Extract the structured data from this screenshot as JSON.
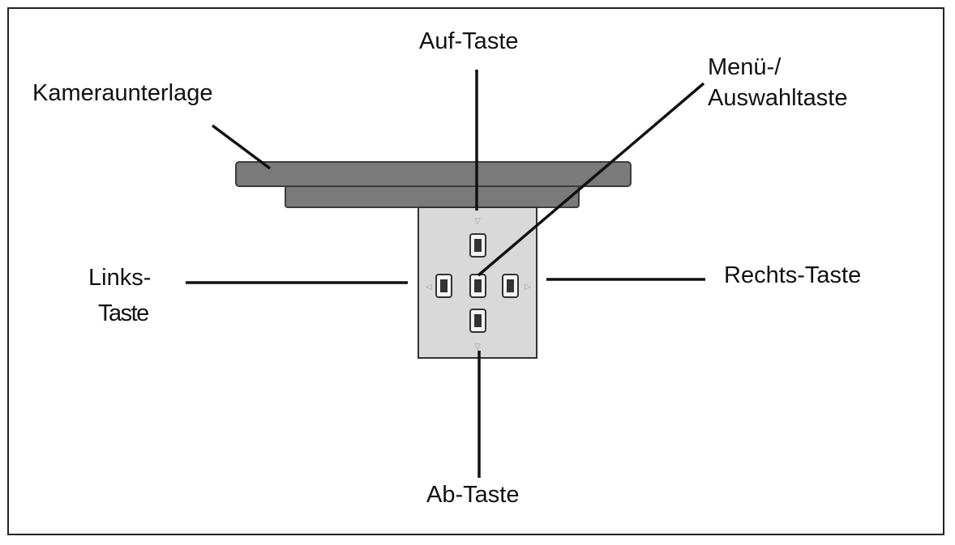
{
  "diagram": {
    "labels": {
      "up": "Auf-Taste",
      "menu_line1": "Menü-/",
      "menu_line2": "Auswahltaste",
      "mount": "Kameraunterlage",
      "left_line1": "Links-",
      "left_line2": "Taste",
      "right": "Rechts-Taste",
      "down": "Ab-Taste"
    },
    "colors": {
      "plate": "#7a7a7a",
      "plate_edge": "#3c3c3c",
      "panel": "#d9d9d9",
      "leader": "#111111"
    }
  }
}
